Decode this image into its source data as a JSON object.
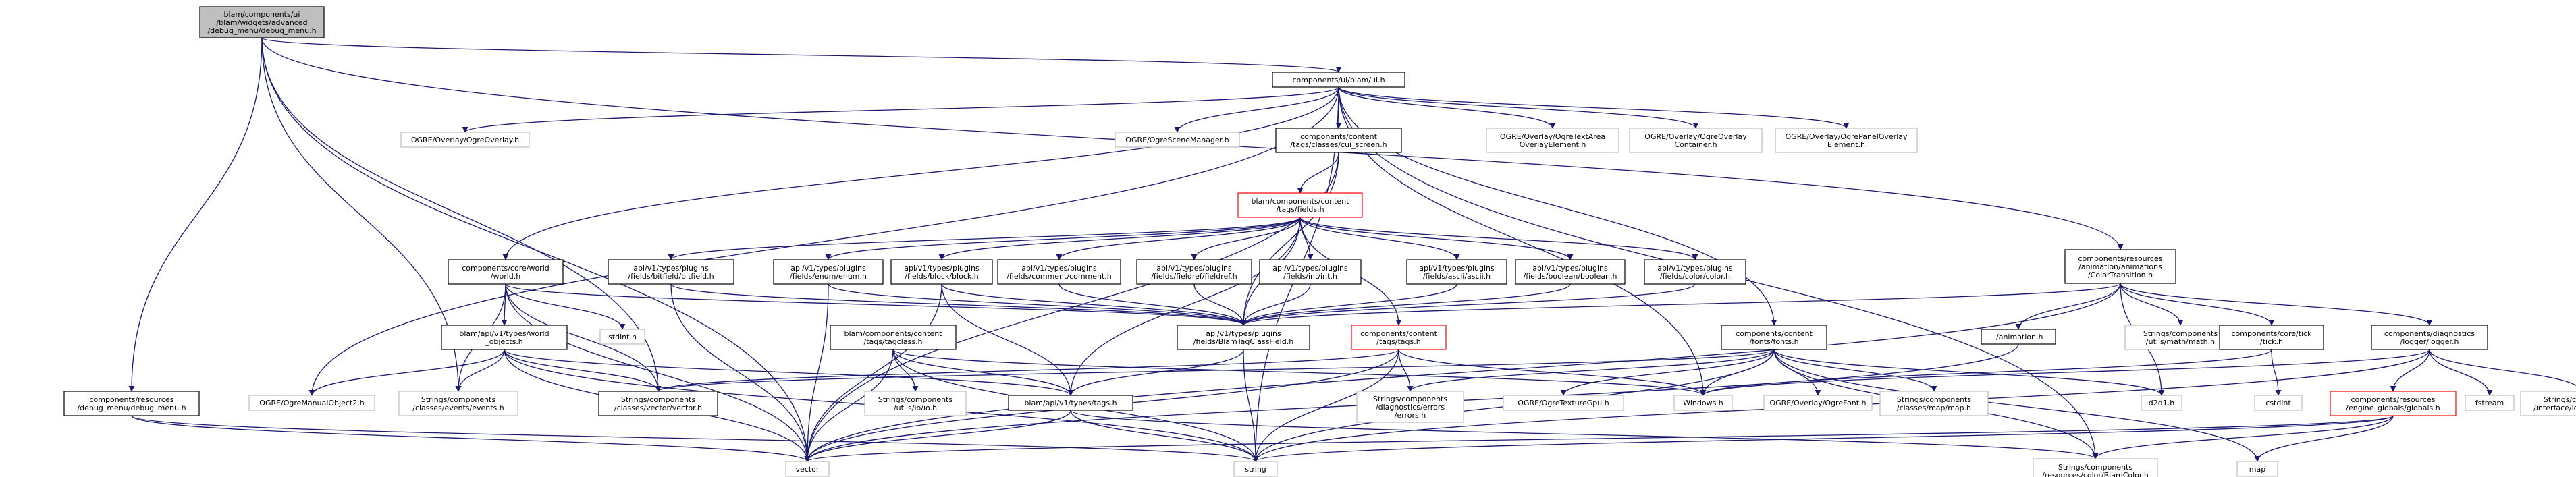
{
  "colors": {
    "background": "#ffffff",
    "edge": "#191970",
    "focus_fill": "#bfbfbf",
    "focus_border": "#000000",
    "doc_border": "#000000",
    "system_border": "#bfbfbf",
    "missing_border": "#ff0000",
    "text": "#000000"
  },
  "nodes": [
    {
      "id": "debug_menu_h",
      "lines": [
        "blam/components/ui",
        "/blam/widgets/advanced",
        "/debug_menu/debug_menu.h"
      ],
      "kind": "focus"
    },
    {
      "id": "components_ui_blam_ui_h",
      "lines": [
        "components/ui/blam/ui.h"
      ],
      "kind": "doc"
    },
    {
      "id": "ogre_overlay",
      "lines": [
        "OGRE/Overlay/OgreOverlay.h"
      ],
      "kind": "system"
    },
    {
      "id": "ogre_scene_manager",
      "lines": [
        "OGRE/OgreSceneManager.h"
      ],
      "kind": "system"
    },
    {
      "id": "cui_screen_h",
      "lines": [
        "components/content",
        "/tags/classes/cui_screen.h"
      ],
      "kind": "doc"
    },
    {
      "id": "ogre_text_area",
      "lines": [
        "OGRE/Overlay/OgreTextArea",
        "OverlayElement.h"
      ],
      "kind": "system"
    },
    {
      "id": "ogre_overlay_container",
      "lines": [
        "OGRE/Overlay/OgreOverlay",
        "Container.h"
      ],
      "kind": "system"
    },
    {
      "id": "ogre_panel_overlay",
      "lines": [
        "OGRE/Overlay/OgrePanelOverlay",
        "Element.h"
      ],
      "kind": "system"
    },
    {
      "id": "tags_fields_h",
      "lines": [
        "blam/components/content",
        "/tags/fields.h"
      ],
      "kind": "missing"
    },
    {
      "id": "bitfield_h",
      "lines": [
        "api/v1/types/plugins",
        "/fields/bitfield/bitfield.h"
      ],
      "kind": "doc"
    },
    {
      "id": "enum_h",
      "lines": [
        "api/v1/types/plugins",
        "/fields/enum/enum.h"
      ],
      "kind": "doc"
    },
    {
      "id": "block_h",
      "lines": [
        "api/v1/types/plugins",
        "/fields/block/block.h"
      ],
      "kind": "doc"
    },
    {
      "id": "comment_h",
      "lines": [
        "api/v1/types/plugins",
        "/fields/comment/comment.h"
      ],
      "kind": "doc"
    },
    {
      "id": "fieldref_h",
      "lines": [
        "api/v1/types/plugins",
        "/fields/fieldref/fieldref.h"
      ],
      "kind": "doc"
    },
    {
      "id": "int_h",
      "lines": [
        "api/v1/types/plugins",
        "/fields/int/int.h"
      ],
      "kind": "doc"
    },
    {
      "id": "ascii_h",
      "lines": [
        "api/v1/types/plugins",
        "/fields/ascii/ascii.h"
      ],
      "kind": "doc"
    },
    {
      "id": "boolean_h",
      "lines": [
        "api/v1/types/plugins",
        "/fields/boolean/boolean.h"
      ],
      "kind": "doc"
    },
    {
      "id": "color_h",
      "lines": [
        "api/v1/types/plugins",
        "/fields/color/color.h"
      ],
      "kind": "doc"
    },
    {
      "id": "core_world_h",
      "lines": [
        "components/core/world",
        "/world.h"
      ],
      "kind": "doc"
    },
    {
      "id": "stdint_h",
      "lines": [
        "stdint.h"
      ],
      "kind": "system"
    },
    {
      "id": "tagclass_h",
      "lines": [
        "blam/components/content",
        "/tags/tagclass.h"
      ],
      "kind": "doc"
    },
    {
      "id": "blamtagclassfield_h",
      "lines": [
        "api/v1/types/plugins",
        "/fields/BlamTagClassField.h"
      ],
      "kind": "doc"
    },
    {
      "id": "content_tags_h",
      "lines": [
        "components/content",
        "/tags/tags.h"
      ],
      "kind": "missing"
    },
    {
      "id": "fonts_h",
      "lines": [
        "components/content",
        "/fonts/fonts.h"
      ],
      "kind": "doc"
    },
    {
      "id": "world_objects_h",
      "lines": [
        "blam/api/v1/types/world",
        "_objects.h"
      ],
      "kind": "doc"
    },
    {
      "id": "ogre_manual_object",
      "lines": [
        "OGRE/OgreManualObject2.h"
      ],
      "kind": "system"
    },
    {
      "id": "events_h",
      "lines": [
        "Strings/components",
        "/classes/events/events.h"
      ],
      "kind": "system"
    },
    {
      "id": "vector_class_h",
      "lines": [
        "Strings/components",
        "/classes/vector/vector.h"
      ],
      "kind": "doc"
    },
    {
      "id": "io_h",
      "lines": [
        "Strings/components",
        "/utils/io/io.h"
      ],
      "kind": "system"
    },
    {
      "id": "blam_tags_h",
      "lines": [
        "blam/api/v1/types/tags.h"
      ],
      "kind": "doc"
    },
    {
      "id": "errors_h",
      "lines": [
        "Strings/components",
        "/diagnostics/errors",
        "/errors.h"
      ],
      "kind": "system"
    },
    {
      "id": "ogre_texture_gpu",
      "lines": [
        "OGRE/OgreTextureGpu.h"
      ],
      "kind": "system"
    },
    {
      "id": "windows_h",
      "lines": [
        "Windows.h"
      ],
      "kind": "system"
    },
    {
      "id": "ogre_font",
      "lines": [
        "OGRE/Overlay/OgreFont.h"
      ],
      "kind": "system"
    },
    {
      "id": "map_class_h",
      "lines": [
        "Strings/components",
        "/classes/map/map.h"
      ],
      "kind": "system"
    },
    {
      "id": "color_transition_h",
      "lines": [
        "components/resources",
        "/animation/animations",
        "/ColorTransition.h"
      ],
      "kind": "doc"
    },
    {
      "id": "animation_h",
      "lines": [
        "./animation.h"
      ],
      "kind": "doc"
    },
    {
      "id": "math_h",
      "lines": [
        "Strings/components",
        "/utils/math/math.h"
      ],
      "kind": "system"
    },
    {
      "id": "tick_h",
      "lines": [
        "components/core/tick",
        "/tick.h"
      ],
      "kind": "doc"
    },
    {
      "id": "logger_h",
      "lines": [
        "components/diagnostics",
        "/logger/logger.h"
      ],
      "kind": "doc"
    },
    {
      "id": "d2d1_h",
      "lines": [
        "d2d1.h"
      ],
      "kind": "system"
    },
    {
      "id": "cstdint",
      "lines": [
        "cstdint"
      ],
      "kind": "system"
    },
    {
      "id": "globals_h",
      "lines": [
        "components/resources",
        "/engine_globals/globals.h"
      ],
      "kind": "missing"
    },
    {
      "id": "fstream",
      "lines": [
        "fstream"
      ],
      "kind": "system"
    },
    {
      "id": "interface_logger_h",
      "lines": [
        "Strings/components",
        "/interface/logger/logger.h"
      ],
      "kind": "system"
    },
    {
      "id": "resources_debug_menu_h",
      "lines": [
        "components/resources",
        "/debug_menu/debug_menu.h"
      ],
      "kind": "doc"
    },
    {
      "id": "vector",
      "lines": [
        "vector"
      ],
      "kind": "system"
    },
    {
      "id": "string",
      "lines": [
        "string"
      ],
      "kind": "system"
    },
    {
      "id": "blamcolor_h",
      "lines": [
        "Strings/components",
        "/resources/color/BlamColor.h"
      ],
      "kind": "system"
    },
    {
      "id": "map",
      "lines": [
        "map"
      ],
      "kind": "system"
    }
  ],
  "edges": [
    [
      "debug_menu_h",
      "components_ui_blam_ui_h"
    ],
    [
      "debug_menu_h",
      "color_transition_h"
    ],
    [
      "debug_menu_h",
      "resources_debug_menu_h"
    ],
    [
      "debug_menu_h",
      "vector"
    ],
    [
      "debug_menu_h",
      "events_h"
    ],
    [
      "debug_menu_h",
      "vector_class_h"
    ],
    [
      "components_ui_blam_ui_h",
      "ogre_overlay"
    ],
    [
      "components_ui_blam_ui_h",
      "ogre_scene_manager"
    ],
    [
      "components_ui_blam_ui_h",
      "cui_screen_h"
    ],
    [
      "components_ui_blam_ui_h",
      "ogre_text_area"
    ],
    [
      "components_ui_blam_ui_h",
      "ogre_overlay_container"
    ],
    [
      "components_ui_blam_ui_h",
      "ogre_panel_overlay"
    ],
    [
      "components_ui_blam_ui_h",
      "core_world_h"
    ],
    [
      "components_ui_blam_ui_h",
      "ogre_manual_object"
    ],
    [
      "components_ui_blam_ui_h",
      "fonts_h"
    ],
    [
      "components_ui_blam_ui_h",
      "windows_h"
    ],
    [
      "components_ui_blam_ui_h",
      "string"
    ],
    [
      "components_ui_blam_ui_h",
      "blamcolor_h"
    ],
    [
      "cui_screen_h",
      "tags_fields_h"
    ],
    [
      "cui_screen_h",
      "blamtagclassfield_h"
    ],
    [
      "cui_screen_h",
      "vector"
    ],
    [
      "tags_fields_h",
      "bitfield_h"
    ],
    [
      "tags_fields_h",
      "enum_h"
    ],
    [
      "tags_fields_h",
      "block_h"
    ],
    [
      "tags_fields_h",
      "comment_h"
    ],
    [
      "tags_fields_h",
      "fieldref_h"
    ],
    [
      "tags_fields_h",
      "int_h"
    ],
    [
      "tags_fields_h",
      "ascii_h"
    ],
    [
      "tags_fields_h",
      "boolean_h"
    ],
    [
      "tags_fields_h",
      "color_h"
    ],
    [
      "tags_fields_h",
      "blamtagclassfield_h"
    ],
    [
      "tags_fields_h",
      "content_tags_h"
    ],
    [
      "tags_fields_h",
      "blam_tags_h"
    ],
    [
      "bitfield_h",
      "blamtagclassfield_h"
    ],
    [
      "bitfield_h",
      "vector"
    ],
    [
      "enum_h",
      "blamtagclassfield_h"
    ],
    [
      "enum_h",
      "vector"
    ],
    [
      "block_h",
      "blamtagclassfield_h"
    ],
    [
      "block_h",
      "blam_tags_h"
    ],
    [
      "block_h",
      "vector"
    ],
    [
      "comment_h",
      "blamtagclassfield_h"
    ],
    [
      "fieldref_h",
      "blamtagclassfield_h"
    ],
    [
      "int_h",
      "blamtagclassfield_h"
    ],
    [
      "ascii_h",
      "blamtagclassfield_h"
    ],
    [
      "boolean_h",
      "blamtagclassfield_h"
    ],
    [
      "color_h",
      "blamtagclassfield_h"
    ],
    [
      "core_world_h",
      "world_objects_h"
    ],
    [
      "core_world_h",
      "stdint_h"
    ],
    [
      "core_world_h",
      "vector_class_h"
    ],
    [
      "core_world_h",
      "events_h"
    ],
    [
      "core_world_h",
      "vector"
    ],
    [
      "core_world_h",
      "blamtagclassfield_h"
    ],
    [
      "tagclass_h",
      "blam_tags_h"
    ],
    [
      "tagclass_h",
      "io_h"
    ],
    [
      "tagclass_h",
      "vector"
    ],
    [
      "tagclass_h",
      "string"
    ],
    [
      "tagclass_h",
      "windows_h"
    ],
    [
      "blamtagclassfield_h",
      "blam_tags_h"
    ],
    [
      "blamtagclassfield_h",
      "string"
    ],
    [
      "content_tags_h",
      "errors_h"
    ],
    [
      "content_tags_h",
      "vector_class_h"
    ],
    [
      "content_tags_h",
      "string"
    ],
    [
      "content_tags_h",
      "vector"
    ],
    [
      "content_tags_h",
      "windows_h"
    ],
    [
      "fonts_h",
      "ogre_texture_gpu"
    ],
    [
      "fonts_h",
      "windows_h"
    ],
    [
      "fonts_h",
      "ogre_font"
    ],
    [
      "fonts_h",
      "map_class_h"
    ],
    [
      "fonts_h",
      "errors_h"
    ],
    [
      "fonts_h",
      "d2d1_h"
    ],
    [
      "fonts_h",
      "map"
    ],
    [
      "fonts_h",
      "string"
    ],
    [
      "fonts_h",
      "blamcolor_h"
    ],
    [
      "fonts_h",
      "vector_class_h"
    ],
    [
      "world_objects_h",
      "ogre_manual_object"
    ],
    [
      "world_objects_h",
      "events_h"
    ],
    [
      "world_objects_h",
      "vector_class_h"
    ],
    [
      "world_objects_h",
      "blam_tags_h"
    ],
    [
      "world_objects_h",
      "vector"
    ],
    [
      "world_objects_h",
      "string"
    ],
    [
      "blam_tags_h",
      "vector"
    ],
    [
      "blam_tags_h",
      "string"
    ],
    [
      "blam_tags_h",
      "blamcolor_h"
    ],
    [
      "color_transition_h",
      "animation_h"
    ],
    [
      "color_transition_h",
      "math_h"
    ],
    [
      "color_transition_h",
      "tick_h"
    ],
    [
      "color_transition_h",
      "logger_h"
    ],
    [
      "color_transition_h",
      "d2d1_h"
    ],
    [
      "color_transition_h",
      "blamtagclassfield_h"
    ],
    [
      "color_transition_h",
      "vector"
    ],
    [
      "animation_h",
      "vector"
    ],
    [
      "tick_h",
      "cstdint"
    ],
    [
      "tick_h",
      "windows_h"
    ],
    [
      "logger_h",
      "globals_h"
    ],
    [
      "logger_h",
      "fstream"
    ],
    [
      "logger_h",
      "interface_logger_h"
    ],
    [
      "logger_h",
      "windows_h"
    ],
    [
      "logger_h",
      "string"
    ],
    [
      "globals_h",
      "vector"
    ],
    [
      "globals_h",
      "string"
    ],
    [
      "globals_h",
      "map"
    ],
    [
      "globals_h",
      "blamcolor_h"
    ],
    [
      "resources_debug_menu_h",
      "vector"
    ],
    [
      "resources_debug_menu_h",
      "string"
    ]
  ]
}
